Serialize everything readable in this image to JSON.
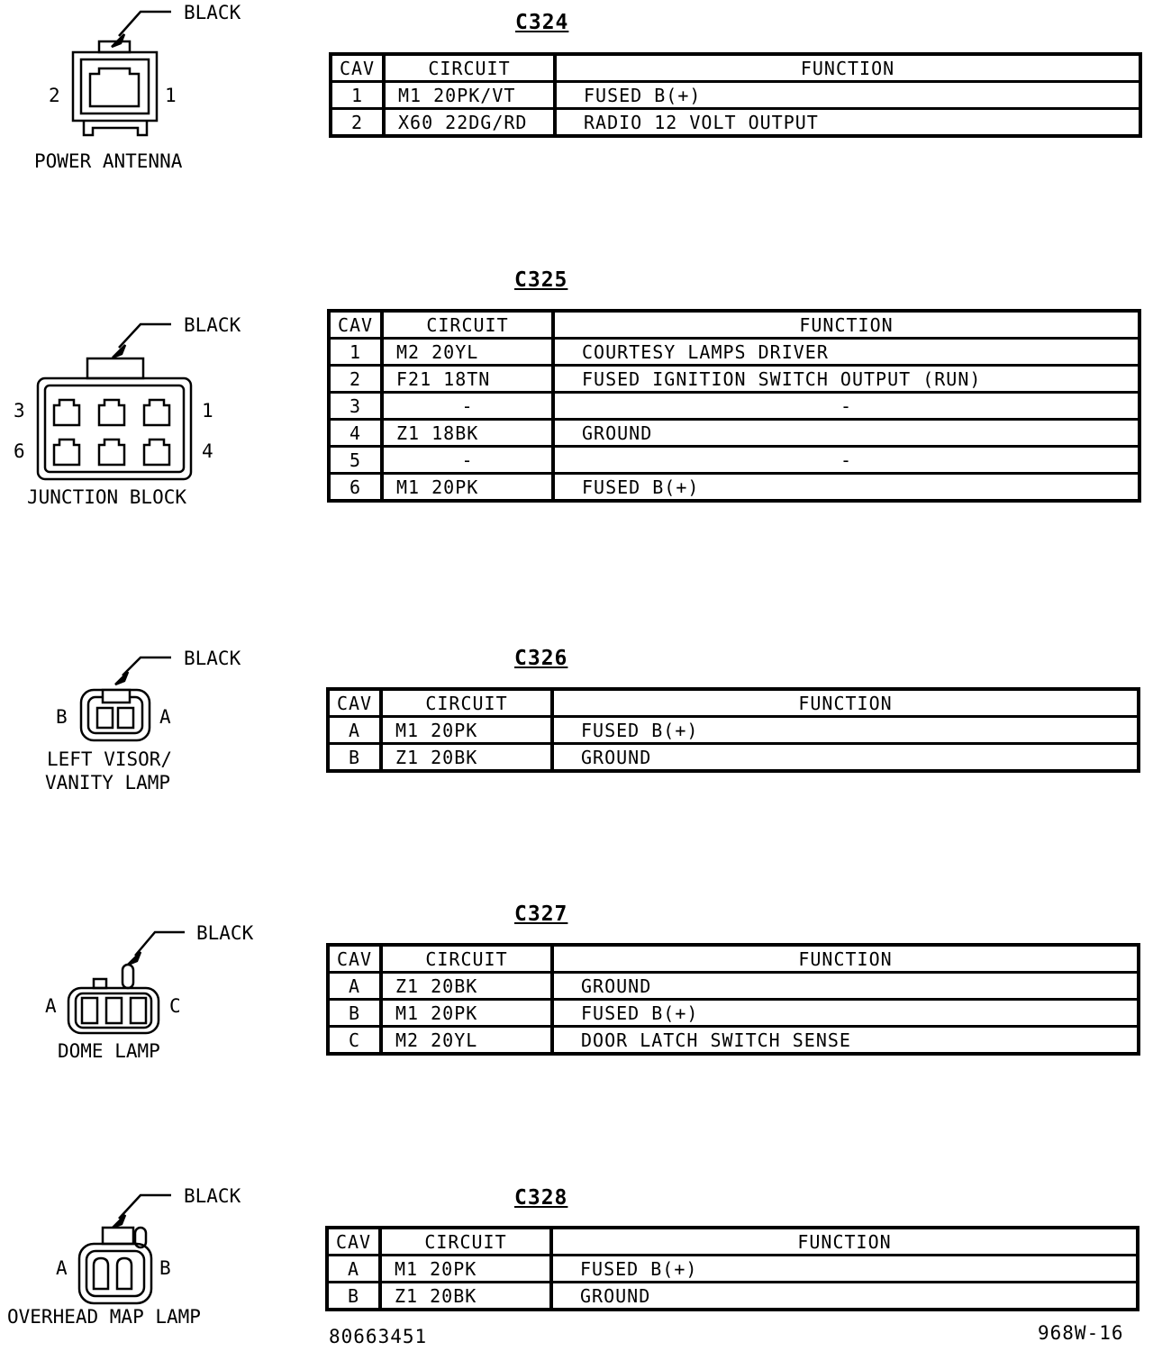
{
  "headers": {
    "cav": "CAV",
    "circuit": "CIRCUIT",
    "function": "FUNCTION"
  },
  "connectors": [
    {
      "id": "C324",
      "component": [
        "POWER ANTENNA"
      ],
      "color_label": "BLACK",
      "pin_labels": [
        "2",
        "1"
      ],
      "rows": [
        {
          "cav": "1",
          "circuit": "M1 20PK/VT",
          "function": "FUSED B(+)"
        },
        {
          "cav": "2",
          "circuit": "X60 22DG/RD",
          "function": "RADIO 12 VOLT OUTPUT"
        }
      ]
    },
    {
      "id": "C325",
      "component": [
        "JUNCTION BLOCK"
      ],
      "color_label": "BLACK",
      "pin_labels": [
        "3",
        "1",
        "6",
        "4"
      ],
      "rows": [
        {
          "cav": "1",
          "circuit": "M2 20YL",
          "function": "COURTESY LAMPS DRIVER"
        },
        {
          "cav": "2",
          "circuit": "F21 18TN",
          "function": "FUSED IGNITION SWITCH OUTPUT (RUN)"
        },
        {
          "cav": "3",
          "circuit": "-",
          "function": "-"
        },
        {
          "cav": "4",
          "circuit": "Z1 18BK",
          "function": "GROUND"
        },
        {
          "cav": "5",
          "circuit": "-",
          "function": "-"
        },
        {
          "cav": "6",
          "circuit": "M1 20PK",
          "function": "FUSED B(+)"
        }
      ]
    },
    {
      "id": "C326",
      "component": [
        "LEFT VISOR/",
        "VANITY LAMP"
      ],
      "color_label": "BLACK",
      "pin_labels": [
        "B",
        "A"
      ],
      "rows": [
        {
          "cav": "A",
          "circuit": "M1 20PK",
          "function": "FUSED B(+)"
        },
        {
          "cav": "B",
          "circuit": "Z1 20BK",
          "function": "GROUND"
        }
      ]
    },
    {
      "id": "C327",
      "component": [
        "DOME LAMP"
      ],
      "color_label": "BLACK",
      "pin_labels": [
        "A",
        "C"
      ],
      "rows": [
        {
          "cav": "A",
          "circuit": "Z1 20BK",
          "function": "GROUND"
        },
        {
          "cav": "B",
          "circuit": "M1 20PK",
          "function": "FUSED B(+)"
        },
        {
          "cav": "C",
          "circuit": "M2 20YL",
          "function": "DOOR LATCH SWITCH SENSE"
        }
      ]
    },
    {
      "id": "C328",
      "component": [
        "OVERHEAD MAP LAMP"
      ],
      "color_label": "BLACK",
      "pin_labels": [
        "A",
        "B"
      ],
      "rows": [
        {
          "cav": "A",
          "circuit": "M1 20PK",
          "function": "FUSED B(+)"
        },
        {
          "cav": "B",
          "circuit": "Z1 20BK",
          "function": "GROUND"
        }
      ]
    }
  ],
  "footer": {
    "left": "80663451",
    "right": "968W-16"
  }
}
